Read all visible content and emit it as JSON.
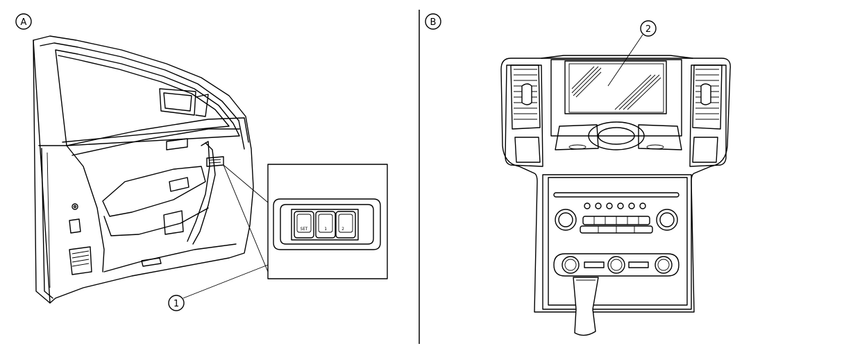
{
  "panels": {
    "a": {
      "label": "A"
    },
    "b": {
      "label": "B"
    }
  },
  "callouts": {
    "c1": "1",
    "c2": "2"
  },
  "memory_switch": {
    "buttons": [
      "SET",
      "1",
      "2"
    ]
  }
}
